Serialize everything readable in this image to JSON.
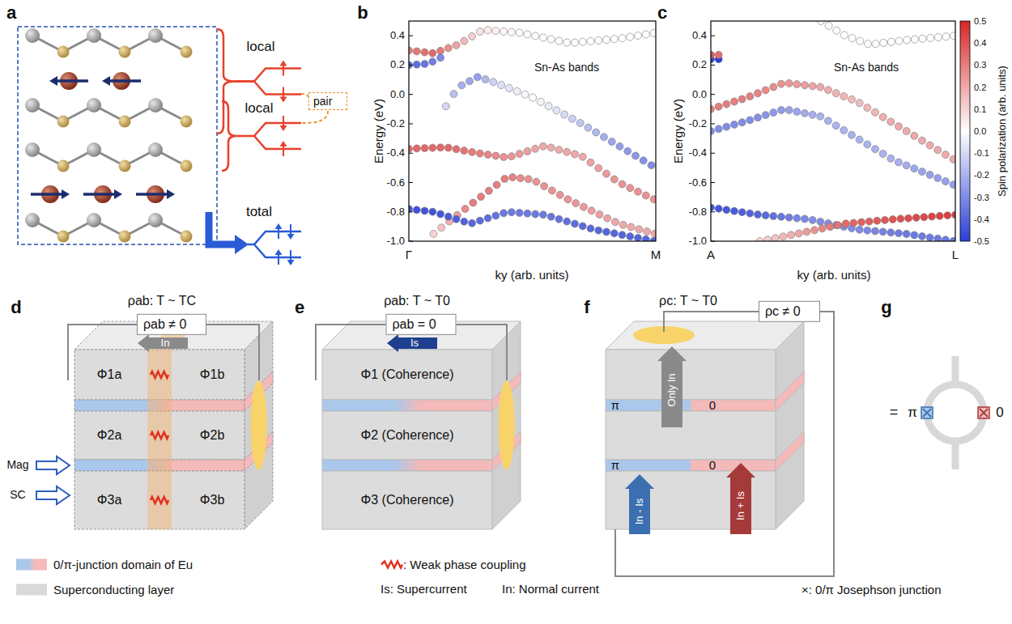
{
  "diagram": {
    "nodes": [
      {
        "text": [
          "pair"
        ]
      },
      {
        "text": [
          "ρab ≠ 0"
        ]
      },
      {
        "text": [
          "ρab = 0"
        ]
      },
      {
        "text": [
          "ρc ≠ 0"
        ]
      }
    ],
    "labels": [
      "a",
      "local",
      "local",
      "total",
      "b",
      "Energy (eV)",
      "0.4",
      "0.2",
      "0.0",
      "-0.2",
      "-0.4",
      "-0.6",
      "-0.8",
      "-1.0",
      "Γ",
      "M",
      "ky (arb. units)",
      "Sn-As bands",
      "c",
      "Energy (eV)",
      "0.4",
      "0.2",
      "0.0",
      "-0.2",
      "-0.4",
      "-0.6",
      "-0.8",
      "-1.0",
      "A",
      "L",
      "ky (arb. units)",
      "Sn-As bands",
      "0.5",
      "0.4",
      "0.3",
      "0.2",
      "0.1",
      "0.0",
      "-0.1",
      "-0.2",
      "-0.3",
      "-0.4",
      "-0.5",
      "Spin polarization (arb. units)",
      "d",
      "ρab: T ~ TC",
      "In",
      "Φ1a",
      "Φ1b",
      "Φ2a",
      "Φ2b",
      "Φ3a",
      "Φ3b",
      "Mag",
      "SC",
      "e",
      "ρab: T ~ T0",
      "Is",
      "Φ1 (Coherence)",
      "Φ2 (Coherence)",
      "Φ3 (Coherence)",
      "f",
      "ρc: T ~ T0",
      "π",
      "0",
      "π",
      "0",
      "Only In",
      "In - Is",
      "In + Is",
      "g",
      "=",
      "π",
      "0",
      "Is: Supercurrent",
      "In: Normal current"
    ],
    "legend": [
      {
        "text": "0/π-junction domain of Eu",
        "color": "#a9c8ec"
      },
      {
        "text": "Superconducting layer",
        "color": "#d9d9d9"
      },
      {
        "text": ": Weak phase coupling"
      },
      {
        "text": "×: 0/π Josephson junction"
      }
    ]
  }
}
